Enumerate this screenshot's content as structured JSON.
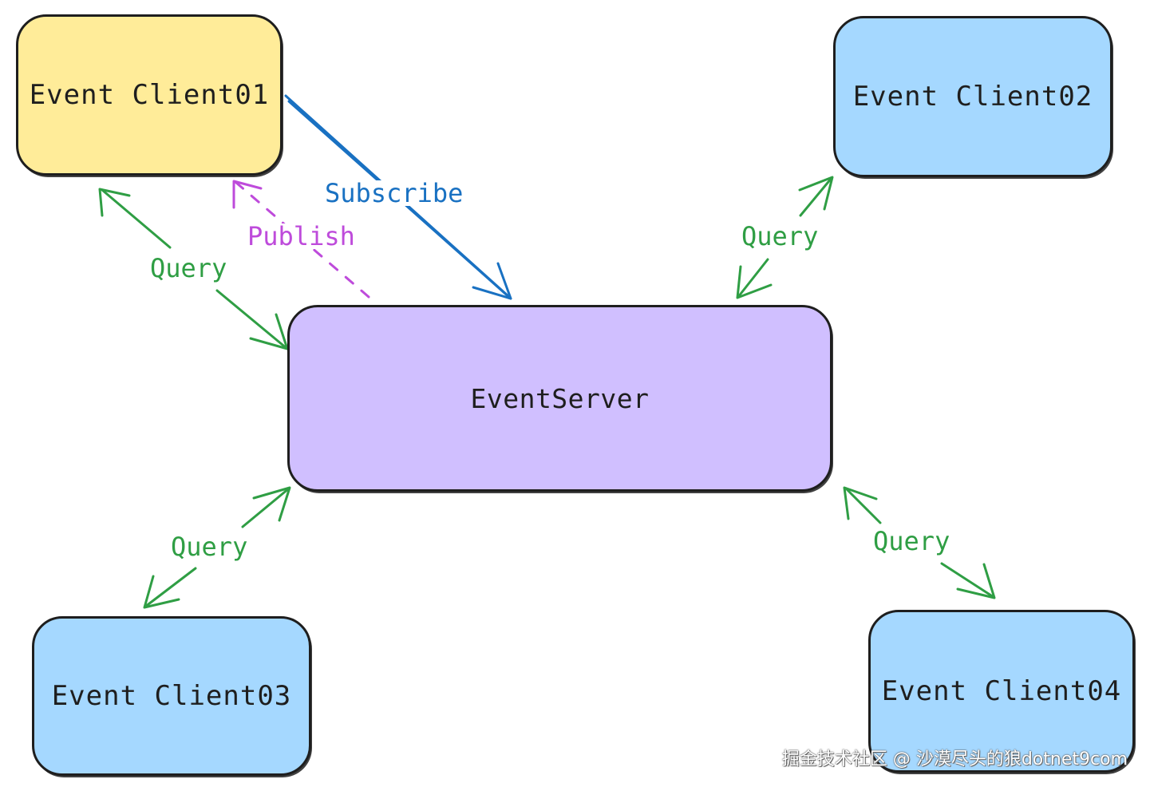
{
  "nodes": {
    "client01": {
      "label": "Event Client01",
      "fill": "#ffec99"
    },
    "client02": {
      "label": "Event Client02",
      "fill": "#a5d8ff"
    },
    "client03": {
      "label": "Event Client03",
      "fill": "#a5d8ff"
    },
    "client04": {
      "label": "Event Client04",
      "fill": "#a5d8ff"
    },
    "server": {
      "label": "EventServer",
      "fill": "#d0bfff"
    }
  },
  "edges": {
    "subscribe": {
      "label": "Subscribe",
      "color": "#1971c2"
    },
    "publish": {
      "label": "Publish",
      "color": "#be4bdb"
    },
    "query_client01": {
      "label": "Query",
      "color": "#2f9e44"
    },
    "query_client02": {
      "label": "Query",
      "color": "#2f9e44"
    },
    "query_client03": {
      "label": "Query",
      "color": "#2f9e44"
    },
    "query_client04": {
      "label": "Query",
      "color": "#2f9e44"
    }
  },
  "watermark": "掘金技术社区 @ 沙漠尽头的狼dotnet9com"
}
